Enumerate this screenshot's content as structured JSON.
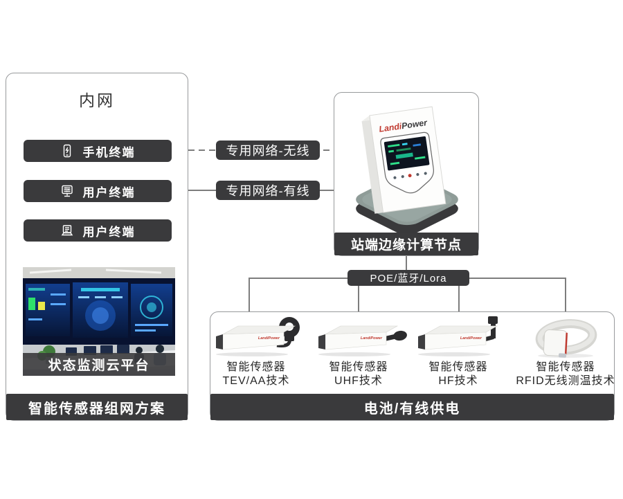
{
  "colors": {
    "dark_bar": "#3a3a3c",
    "line": "#7d7d7d",
    "panel_border": "#97999b",
    "brand_red": "#c0392f",
    "screen_blue": "#0d2a66"
  },
  "intranet_panel": {
    "title": "内网",
    "terminals": [
      {
        "label": "手机终端",
        "icon": "smartphone-icon"
      },
      {
        "label": "用户终端",
        "icon": "desktop-terminal-icon"
      },
      {
        "label": "用户终端",
        "icon": "laptop-icon"
      }
    ],
    "platform_caption": "状态监测云平台",
    "footer": "智能传感器组网方案"
  },
  "links": {
    "wireless_label": "专用网络-无线",
    "wired_label": "专用网络-有线",
    "downlink_label": "POE/蓝牙/Lora"
  },
  "edge_node": {
    "caption": "站端边缘计算节点",
    "brand_red": "Landi",
    "brand_dark": "Power",
    "brand_full": "LandiPower"
  },
  "sensor_panel": {
    "footer": "电池/有线供电",
    "sensors": [
      {
        "name": "智能传感器",
        "tech": "TEV/AA技术"
      },
      {
        "name": "智能传感器",
        "tech": "UHF技术"
      },
      {
        "name": "智能传感器",
        "tech": "HF技术"
      },
      {
        "name": "智能传感器",
        "tech": "RFID无线测温技术"
      }
    ]
  }
}
